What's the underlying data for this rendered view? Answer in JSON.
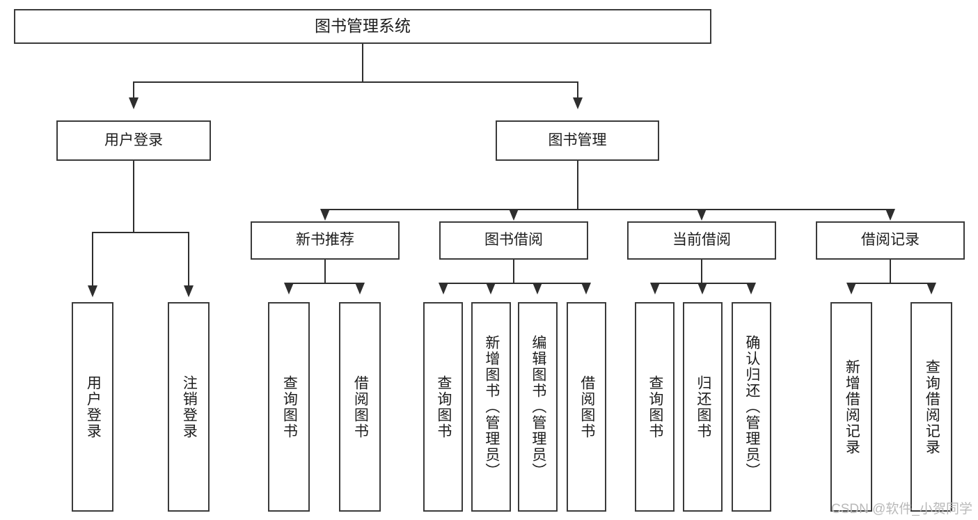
{
  "diagram": {
    "title": "图书管理系统",
    "type": "tree",
    "watermark": "CSDN @软件_小贺同学",
    "colors": {
      "box_border": "#3a3a3a",
      "connector": "#2e2e2e",
      "background": "#ffffff",
      "text": "#1c1c1c",
      "watermark": "#b9b9b9"
    },
    "nodes": {
      "root": {
        "label": "图书管理系统"
      },
      "level2": [
        {
          "id": "user-login",
          "label": "用户登录"
        },
        {
          "id": "book-management",
          "label": "图书管理"
        }
      ],
      "level3": [
        {
          "id": "new-book-recommend",
          "label": "新书推荐"
        },
        {
          "id": "book-borrow",
          "label": "图书借阅"
        },
        {
          "id": "current-borrow",
          "label": "当前借阅"
        },
        {
          "id": "borrow-record",
          "label": "借阅记录"
        }
      ],
      "leaves": {
        "user-login": [
          {
            "id": "leaf-user-login",
            "label": "用户登录"
          },
          {
            "id": "leaf-logout",
            "label": "注销登录"
          }
        ],
        "new-book-recommend": [
          {
            "id": "leaf-query-book-1",
            "label": "查询图书"
          },
          {
            "id": "leaf-borrow-book-1",
            "label": "借阅图书"
          }
        ],
        "book-borrow": [
          {
            "id": "leaf-query-book-2",
            "label": "查询图书"
          },
          {
            "id": "leaf-add-book",
            "label": "新增图书（管理员）"
          },
          {
            "id": "leaf-edit-book",
            "label": "编辑图书（管理员）"
          },
          {
            "id": "leaf-borrow-book-2",
            "label": "借阅图书"
          }
        ],
        "current-borrow": [
          {
            "id": "leaf-query-book-3",
            "label": "查询图书"
          },
          {
            "id": "leaf-return-book",
            "label": "归还图书"
          },
          {
            "id": "leaf-confirm-return",
            "label": "确认归还（管理员）"
          }
        ],
        "borrow-record": [
          {
            "id": "leaf-add-record",
            "label": "新增借阅记录"
          },
          {
            "id": "leaf-query-record",
            "label": "查询借阅记录"
          }
        ]
      }
    }
  }
}
